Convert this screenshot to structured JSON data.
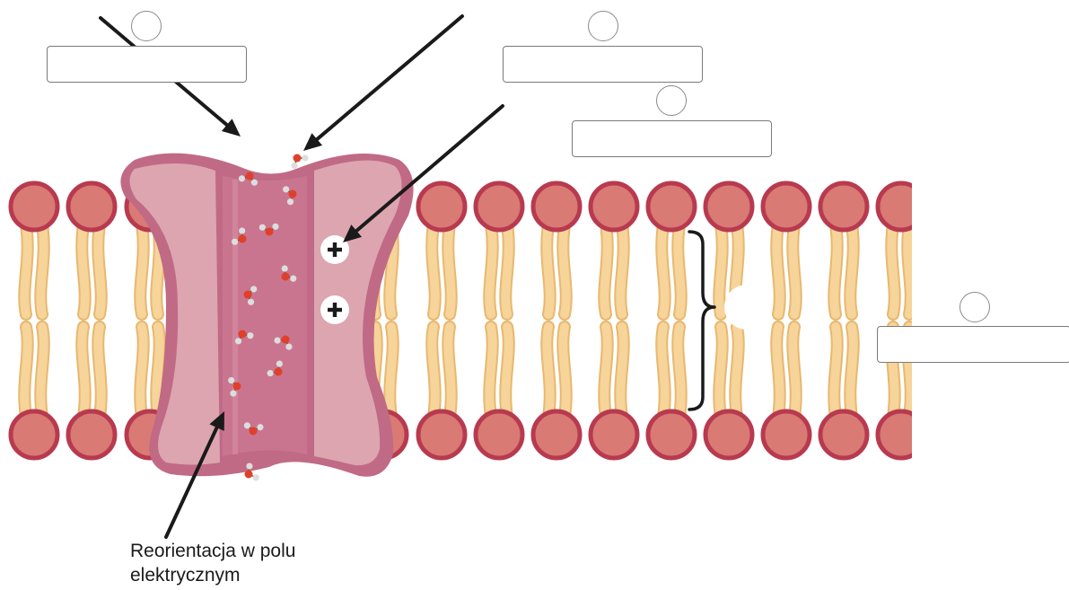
{
  "diagram": {
    "caption_line1": "Reorientacja w polu",
    "caption_line2": "elektrycznym",
    "labels": [
      {
        "id": "label-1",
        "text": ""
      },
      {
        "id": "label-2",
        "text": ""
      },
      {
        "id": "label-3",
        "text": ""
      },
      {
        "id": "label-4",
        "text": ""
      }
    ],
    "number_slots": [
      "",
      "",
      "",
      "",
      ""
    ],
    "colors": {
      "lipid_head_fill": "#d97a75",
      "lipid_head_stroke": "#b83a4f",
      "lipid_tail": "#f6d49a",
      "lipid_tail_stroke": "#e8b870",
      "protein_fill": "#dca5b0",
      "protein_stroke": "#c06a86",
      "channel_fill": "#c97590",
      "water_oxygen": "#e04028",
      "water_hydrogen": "#dddddd",
      "arrow": "#1a1a1a"
    }
  }
}
